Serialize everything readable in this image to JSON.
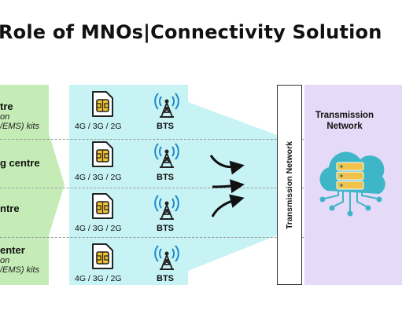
{
  "title": "Role of MNOs|Connectivity Solution",
  "sources": [
    {
      "label": "tre",
      "sub": "on",
      "sub2": "/EMS) kits"
    },
    {
      "label": "g centre",
      "sub": "",
      "sub2": ""
    },
    {
      "label": "ntre",
      "sub": "",
      "sub2": ""
    },
    {
      "label": "enter",
      "sub": "on",
      "sub2": "/EMS) kits"
    }
  ],
  "rows": [
    {
      "tech": "4G / 3G / 2G",
      "bts": "BTS"
    },
    {
      "tech": "4G / 3G / 2G",
      "bts": "BTS"
    },
    {
      "tech": "4G / 3G / 2G",
      "bts": "BTS"
    },
    {
      "tech": "4G / 3G / 2G",
      "bts": "BTS"
    }
  ],
  "transmission_network_label": "Transmission Network",
  "transmission_network_title": "Transmission Network",
  "colors": {
    "green": "#c5ecb7",
    "cyan": "#c7f3f5",
    "lavender": "#e5daf7",
    "sim_gold": "#f4c430",
    "cloud_teal": "#3fb6c8",
    "server_gold": "#f0c24a"
  },
  "icons": [
    "sim-card-icon",
    "bts-tower-icon",
    "curved-arrow-icon",
    "cloud-server-icon"
  ]
}
